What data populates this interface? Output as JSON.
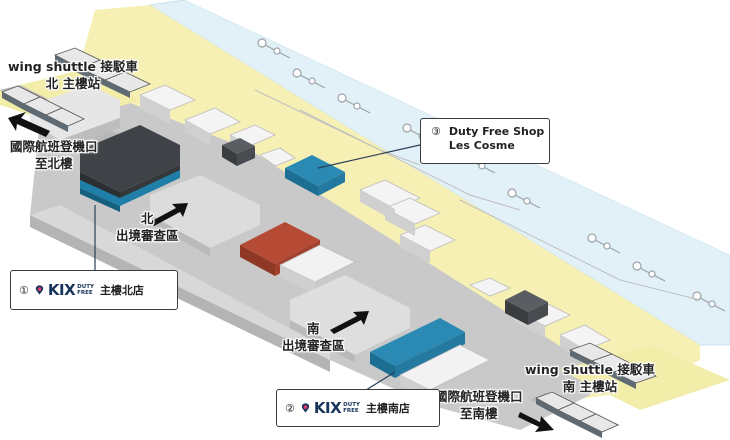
{
  "labels": {
    "wing_shuttle_north": [
      "wing shuttle 接駁車",
      "北 主樓站"
    ],
    "intl_north": [
      "國際航班登機口",
      "至北樓"
    ],
    "north_immigration": [
      "北",
      "出境審查區"
    ],
    "south_immigration": [
      "南",
      "出境審查區"
    ],
    "wing_shuttle_south": [
      "wing shuttle 接駁車",
      "南 主樓站"
    ],
    "intl_south": [
      "國際航班登機口",
      "至南樓"
    ]
  },
  "shops": [
    {
      "num": "①",
      "brand": "KIX",
      "df_top": "DUTY",
      "df_bottom": "FREE",
      "name": "主樓北店"
    },
    {
      "num": "②",
      "brand": "KIX",
      "df_top": "DUTY",
      "df_bottom": "FREE",
      "name": "主樓南店"
    }
  ],
  "duty_free_box": {
    "num": "③",
    "line1": "Duty Free Shop",
    "line2": "Les Cosme"
  },
  "colors": {
    "floor_gray": "#c8c8c8",
    "corridor_yellow": "#f6f0b4",
    "glass_blue": "#daeef6",
    "shop_blue": "#1f7fa8",
    "shop_dark": "#3f4347",
    "shop_red": "#a8442f",
    "kix_navy": "#17345c"
  },
  "icons": [
    "arrow-icon",
    "kix-logo-icon",
    "shuttle-train-icon",
    "jet-bridge-icon"
  ]
}
